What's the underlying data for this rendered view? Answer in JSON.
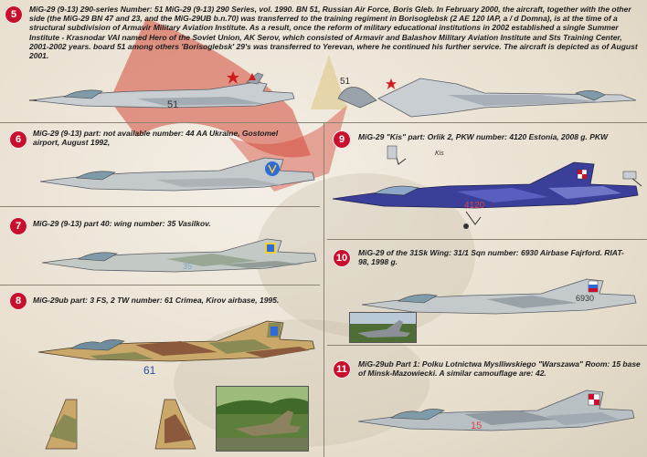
{
  "sections": [
    {
      "id": "5",
      "badge": "5",
      "caption": "MiG-29 (9-13) 290-series  Number: 51 MiG-29 (9-13) 290 Series, vol. 1990. BN 51, Russian Air Force, Boris Gleb. In February 2000, the aircraft, together with the other side (the MiG-29 BN 47 and 23, and the MiG-29UB b.n.70) was transferred to the training regiment in Borisoglebsk (2 AE 120 IAP, a / d Domna), is at the time of a structural subdivision of Armavir Military Aviation Institute. As a result, once the reform of military educational institutions in 2002 established a single Summer Institute - Krasnodar VAI named Hero of the Soviet Union, AK Serov, which consisted of Armavir and Balashov Military Aviation Institute and Sts Training Center, 2001-2002 years. board 51 among others 'Borisoglebsk' 29's was transferred to Yerevan, where he continued his further service. The aircraft is depicted as of August 2001.",
      "marking": "51"
    },
    {
      "id": "6",
      "badge": "6",
      "caption": "MiG-29 (9-13) part: not available number: 44 AA Ukraine, Gostomel airport, August 1992,",
      "marking": ""
    },
    {
      "id": "7",
      "badge": "7",
      "caption": "MiG-29 (9-13) part 40: wing number: 35 Vasilkov.",
      "marking": "35"
    },
    {
      "id": "8",
      "badge": "8",
      "caption": "MiG-29ub part: 3 FS, 2 TW number: 61 Crimea, Kirov airbase, 1995.",
      "marking": "61"
    },
    {
      "id": "9",
      "badge": "9",
      "caption": "MiG-29 \"Kis\" part: Orlik 2, PKW number: 4120 Estonia, 2008 g. PKW",
      "marking": "4120",
      "tail_text": "Kis"
    },
    {
      "id": "10",
      "badge": "10",
      "caption": "MiG-29 of the 31Sk Wing: 31/1 Sqn number: 6930 Airbase Fajrford. RIAT-98, 1998 g.",
      "marking": "6930"
    },
    {
      "id": "11",
      "badge": "11",
      "caption": "MiG-29ub Part 1: Polku Lotnictwa Myslliwskiego \"Warszawa\" Room: 15 base of Minsk-Mazowiecki. A similar camouflage are: 42.",
      "marking": "15"
    }
  ],
  "colors": {
    "badge": "#c8102e",
    "grey_light": "#c9ced3",
    "grey_mid": "#9aa3ab",
    "grey_dark": "#6e7880",
    "blue_kis": "#3b3f9a",
    "olive": "#8a8a55",
    "brown": "#8b5a3c",
    "sand": "#c9a86a",
    "red_star": "#d01c1c",
    "flag_red": "#c8102e"
  }
}
